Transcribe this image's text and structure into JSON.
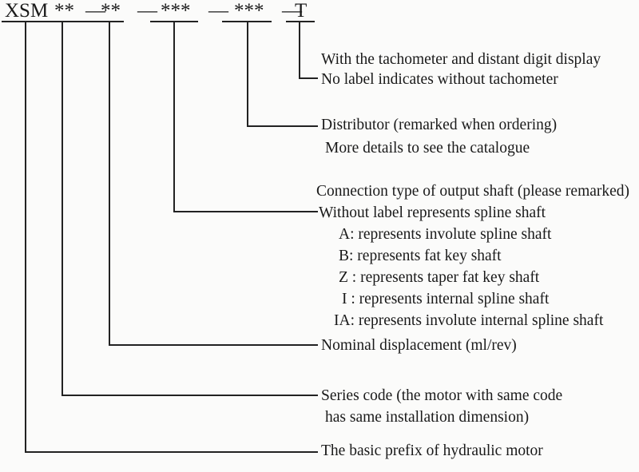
{
  "model_code": {
    "prefix": "XSM",
    "segments": [
      "**",
      "**",
      "***",
      "***",
      "T"
    ],
    "separator": "—",
    "full_text": "XSM** —** — *** — *** — T"
  },
  "callouts": [
    {
      "id": "tachometer",
      "lines": [
        "With the tachometer and distant digit display",
        "No label indicates without tachometer"
      ]
    },
    {
      "id": "distributor",
      "lines": [
        "Distributor (remarked when ordering)",
        "More details to see the catalogue"
      ]
    },
    {
      "id": "output-shaft",
      "lines": [
        "Connection type of output shaft (please remarked)",
        "Without label represents spline shaft"
      ],
      "options": [
        "A: represents involute spline shaft",
        "B: represents fat key shaft",
        "Z : represents taper fat key shaft",
        "I : represents internal spline shaft",
        "IA: represents involute internal spline shaft"
      ]
    },
    {
      "id": "nominal-displacement",
      "lines": [
        "Nominal displacement (ml/rev)"
      ]
    },
    {
      "id": "series-code",
      "lines": [
        "Series  code  (the  motor  with  same  code",
        "has same installation dimension)"
      ]
    },
    {
      "id": "basic-prefix",
      "lines": [
        "The basic prefix of hydraulic motor"
      ]
    }
  ]
}
